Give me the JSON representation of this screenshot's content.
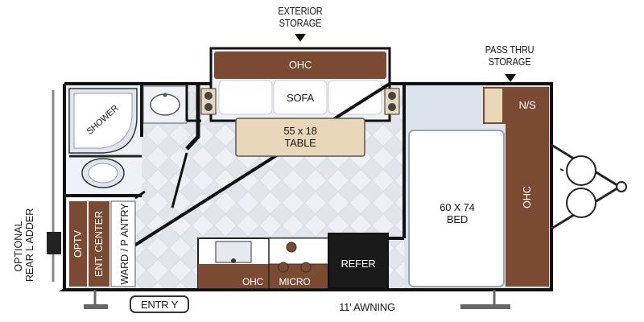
{
  "labels": {
    "exterior_storage": [
      "EXTERIOR",
      "STORAGE"
    ],
    "pass_thru_storage": [
      "PASS THRU",
      "STORAGE"
    ],
    "ohc_top": "OHC",
    "sofa": "SOFA",
    "table": [
      "55 x 18",
      "TABLE"
    ],
    "shower": "SHOWER",
    "ns": "N/S",
    "bed": [
      "60 X 74",
      "BED"
    ],
    "ohc_right": "OHC",
    "optv": "OPTV",
    "ent_center": "ENT. CENTER",
    "ward_pantry": "WARD / P ANTRY",
    "refer": "REFER",
    "ohc_kitchen": "OHC",
    "micro": "MICRO",
    "entry": "ENTR Y",
    "awning": "11' AWNING",
    "ladder": [
      "OPTIONAL",
      "REAR L ADDER"
    ]
  },
  "colors": {
    "cabinet_brown": "#7a4a33",
    "wall": "#111111",
    "bed": "#ffffff",
    "floor": "#eef0f5",
    "bed_base": "#dde3ea",
    "accent": "#e8d7b8"
  }
}
